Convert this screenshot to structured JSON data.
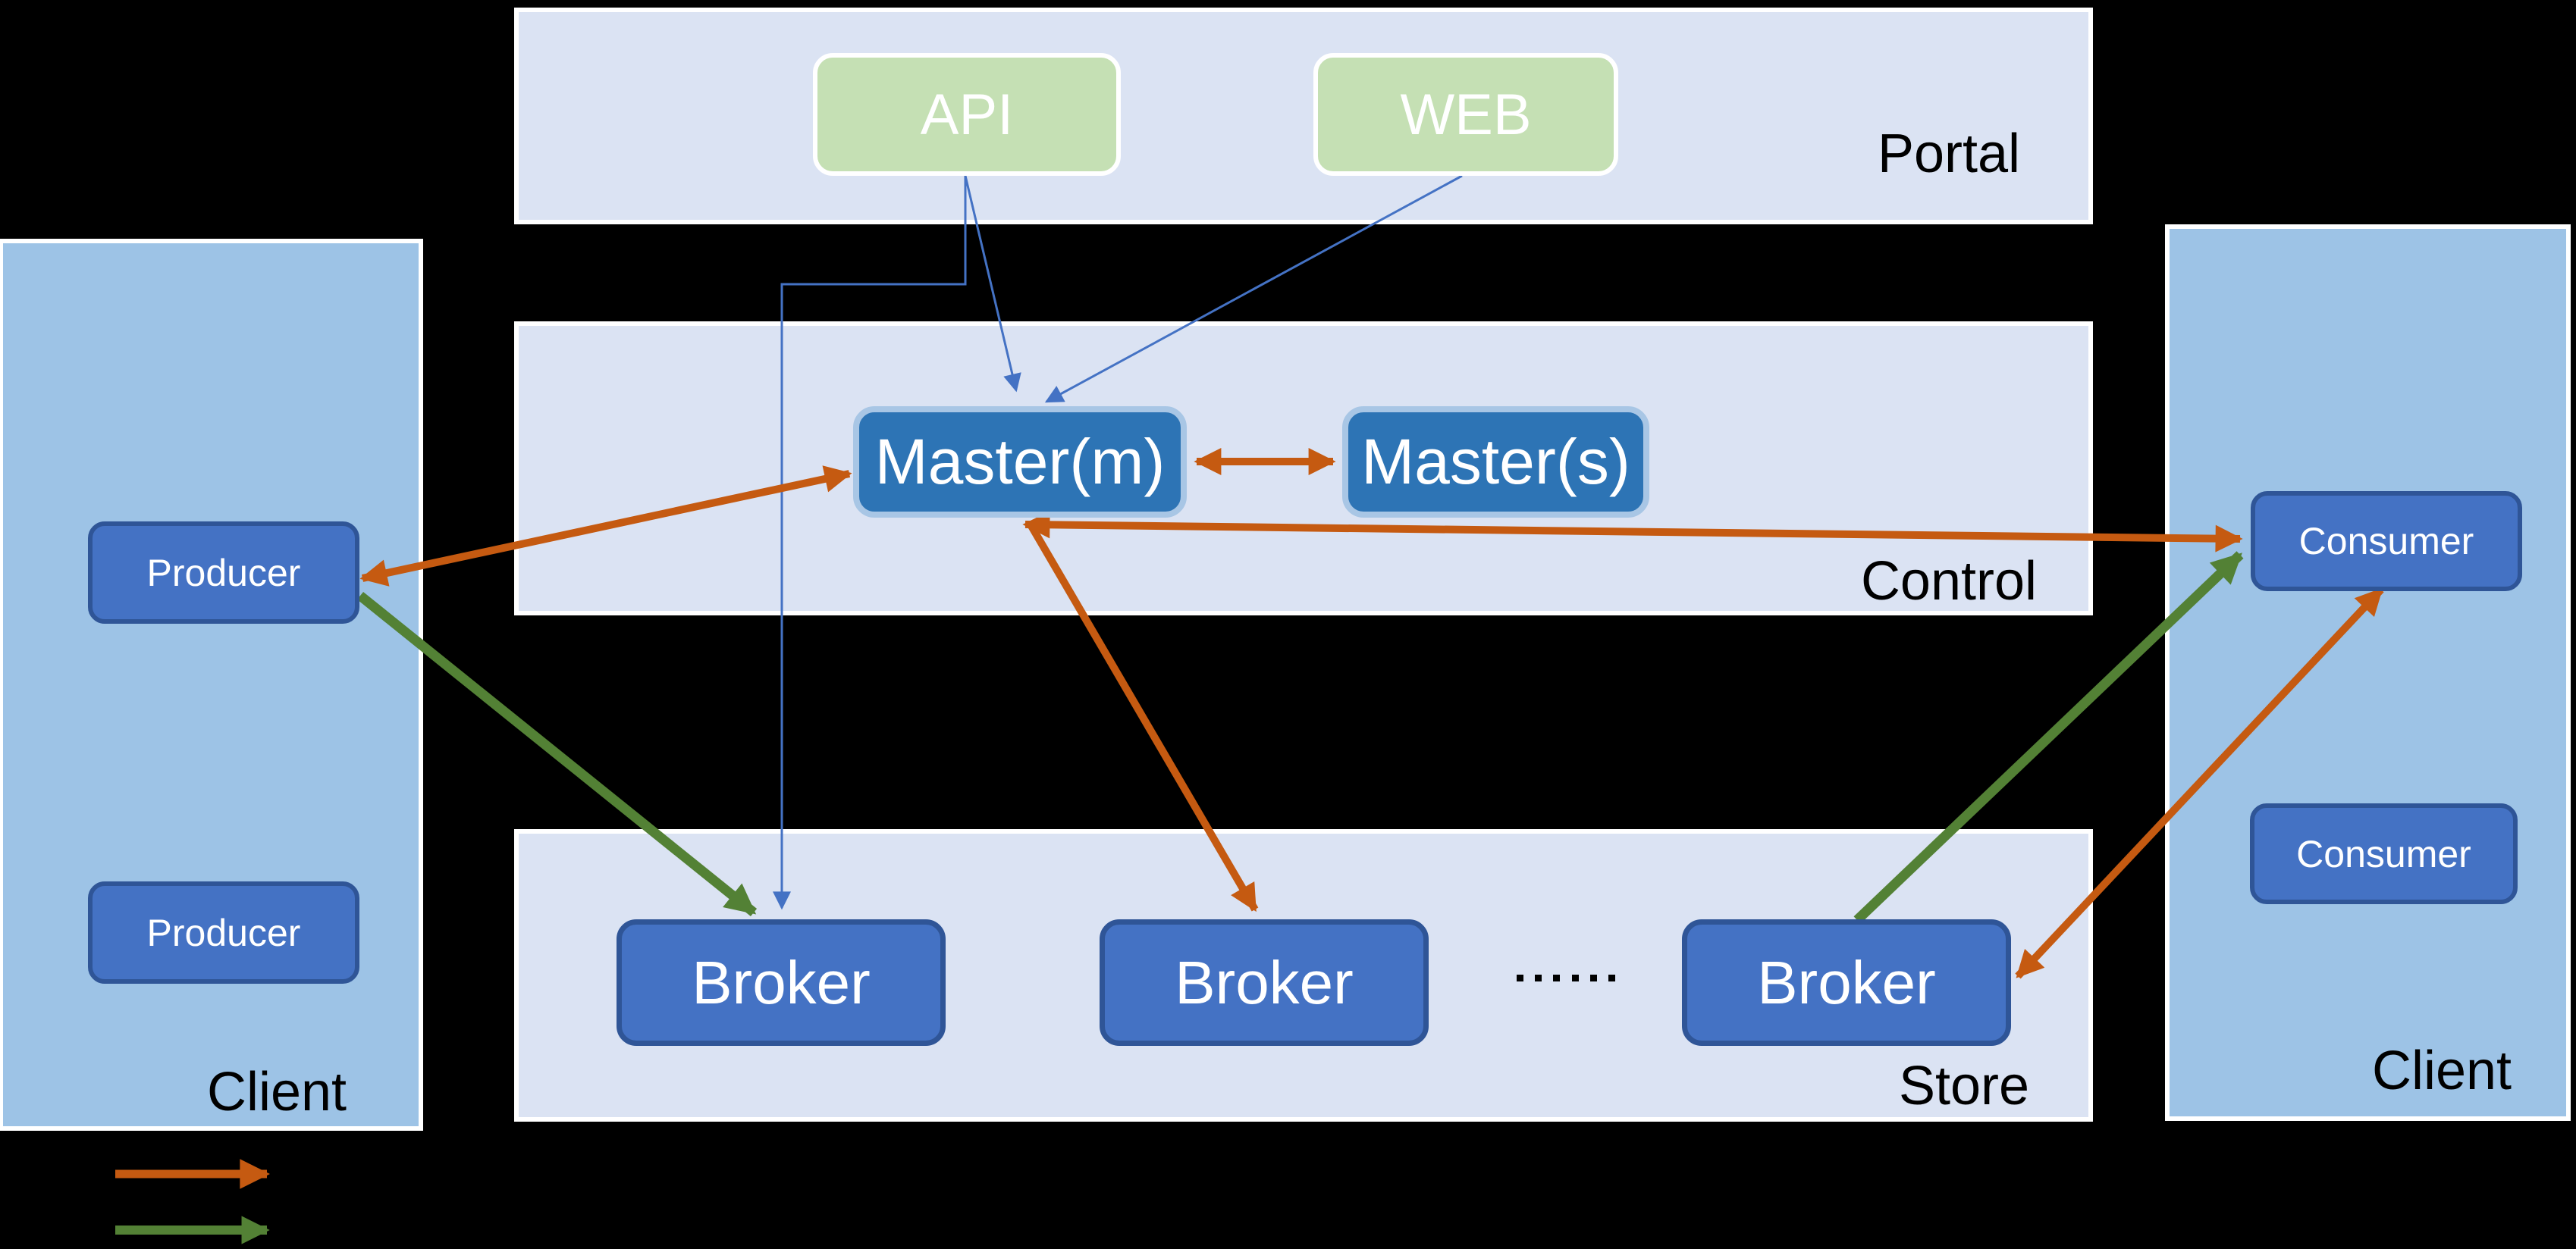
{
  "colors": {
    "background": "#000000",
    "band_fill": "#dbe3f3",
    "client_fill": "#9dc3e6",
    "node_fill": "#4472c4",
    "node_border": "#2f5597",
    "master_fill": "#2d74b5",
    "master_border": "#a8c6e5",
    "portal_box_fill": "#c5e0b4",
    "portal_box_border": "#ffffff",
    "orange": "#c55a11",
    "green": "#538135",
    "blue_line": "#4472c4",
    "label_color": "#000000",
    "box_text": "#ffffff"
  },
  "bands": {
    "portal": {
      "label": "Portal",
      "api_label": "API",
      "web_label": "WEB"
    },
    "control": {
      "label": "Control",
      "master_m": "Master(m)",
      "master_s": "Master(s)"
    },
    "store": {
      "label": "Store",
      "broker1": "Broker",
      "broker2": "Broker",
      "broker3": "Broker",
      "ellipsis": "……",
      "ellipsis_dots": 6
    }
  },
  "left_client": {
    "label": "Client",
    "producer1": "Producer",
    "producer2": "Producer"
  },
  "right_client": {
    "label": "Client",
    "consumer1": "Consumer",
    "consumer2": "Consumer"
  },
  "legend": {
    "orange_arrow_color": "#c55a11",
    "green_arrow_color": "#538135"
  }
}
